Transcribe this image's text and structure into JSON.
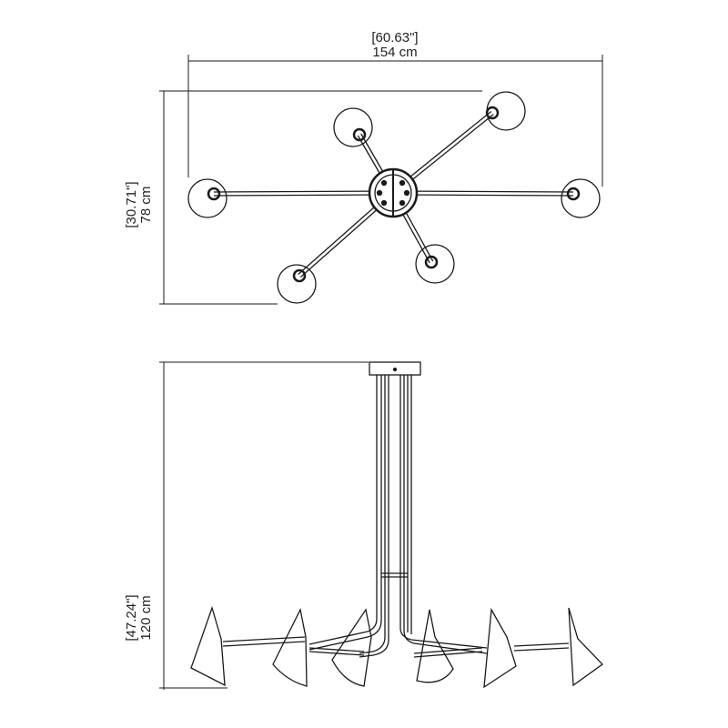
{
  "dimensions": {
    "width": {
      "inches": "[60.63\"]",
      "cm": "154 cm"
    },
    "depth": {
      "inches": "[30.71\"]",
      "cm": "78 cm"
    },
    "height": {
      "inches": "[47.24\"]",
      "cm": "120 cm"
    }
  },
  "colors": {
    "line": "#1a1a1a",
    "background": "#ffffff"
  }
}
